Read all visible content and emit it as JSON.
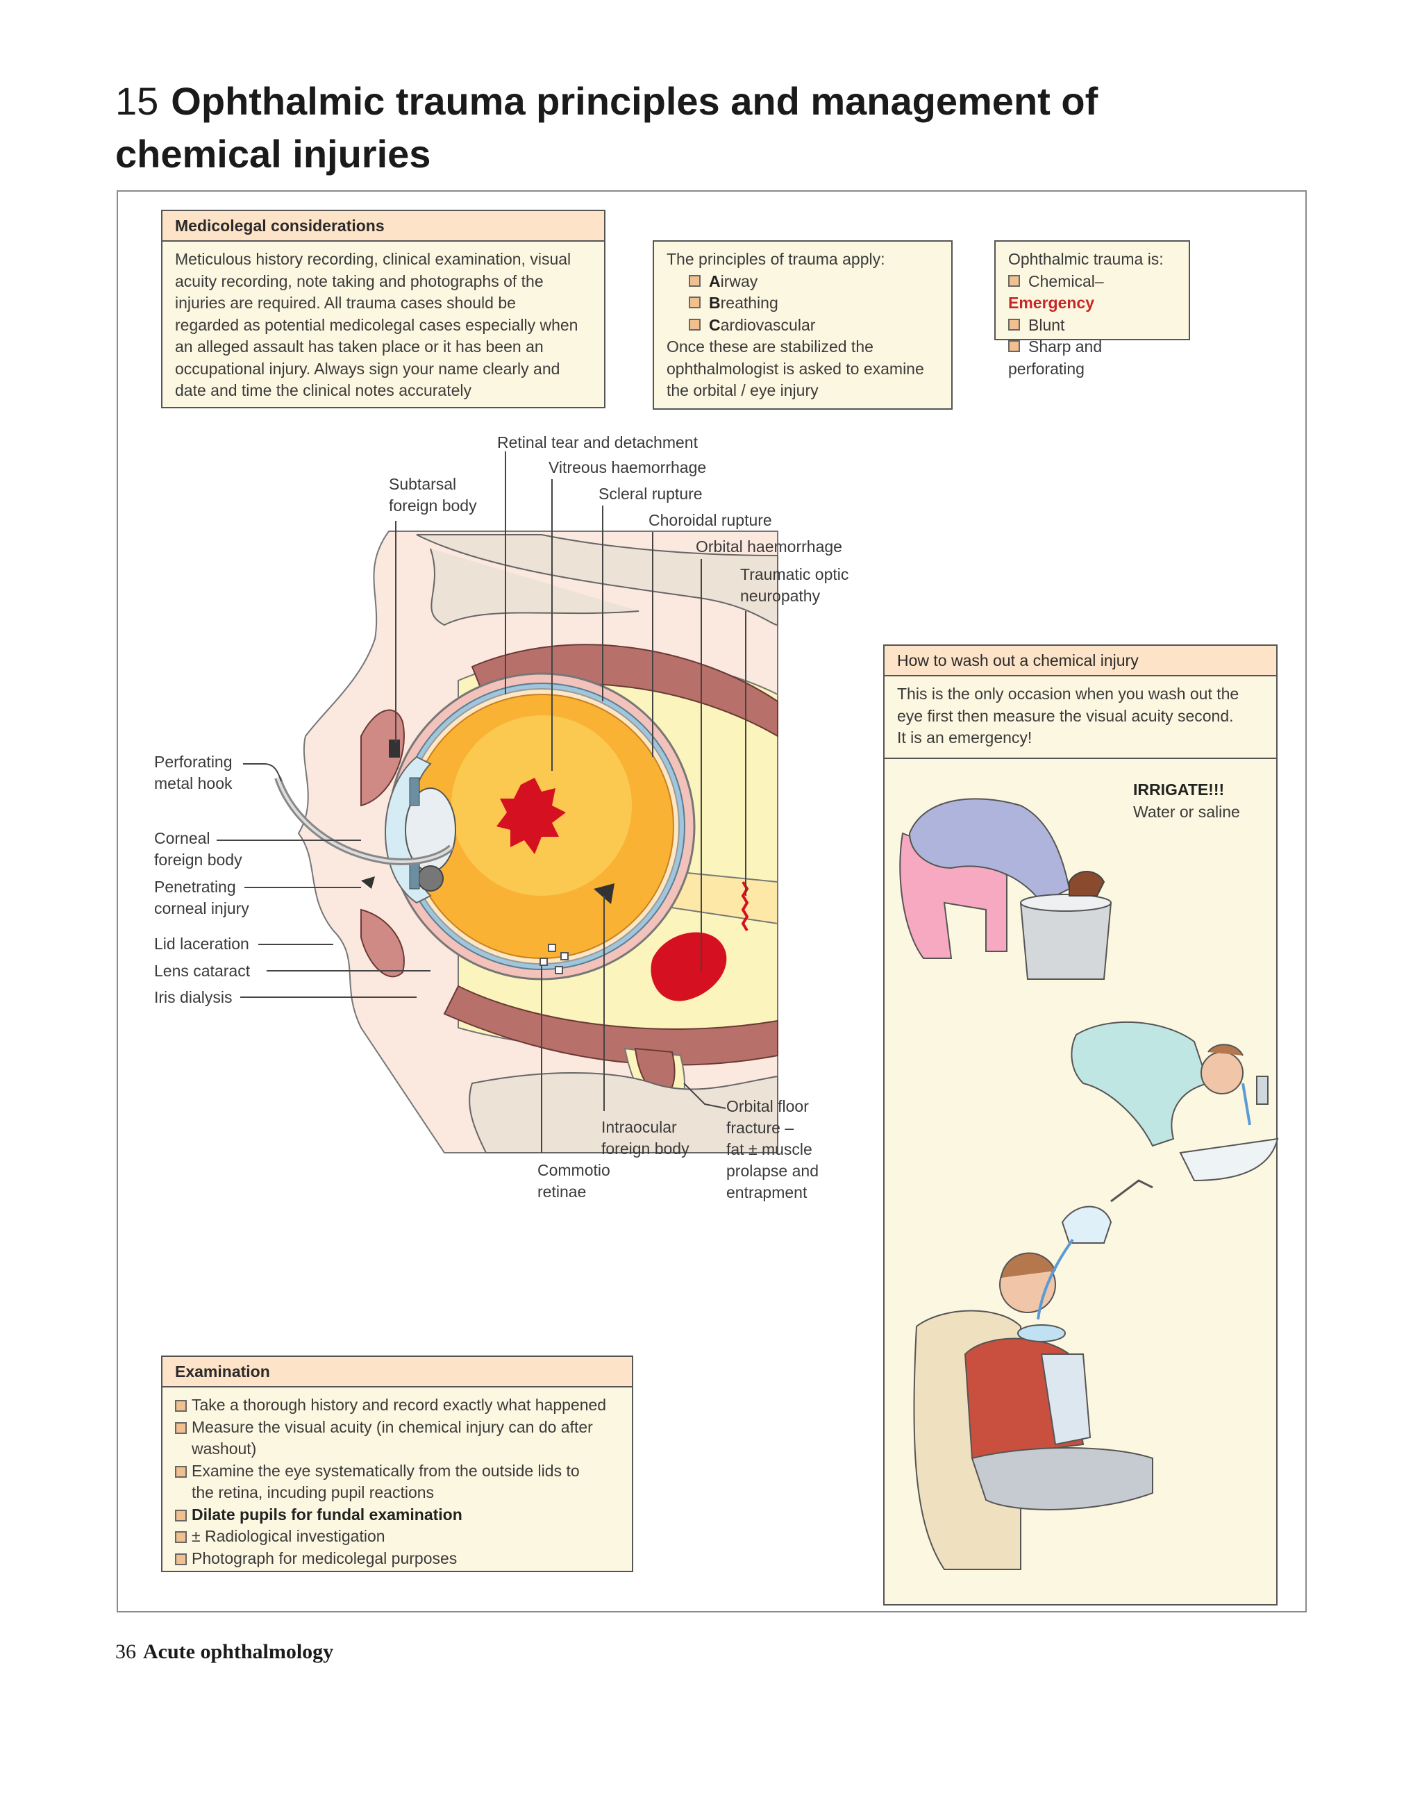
{
  "page": {
    "chapter_number": "15",
    "title": "Ophthalmic trauma principles and management of chemical injuries",
    "footer_page": "36",
    "footer_section": "Acute ophthalmology"
  },
  "medicolegal": {
    "heading": "Medicolegal considerations",
    "lines": [
      "Meticulous history recording, clinical examination, visual",
      "acuity recording, note taking and photographs of the",
      "injuries are required. All trauma cases should be",
      "regarded as potential medicolegal cases especially when",
      "an alleged assault has taken place or it has been an",
      "occupational injury. Always sign your name clearly and",
      "date and time the clinical notes accurately"
    ]
  },
  "principles": {
    "intro": "The principles of trauma apply:",
    "items": [
      {
        "initial": "A",
        "rest": "irway"
      },
      {
        "initial": "B",
        "rest": "reathing"
      },
      {
        "initial": "C",
        "rest": "ardiovascular"
      }
    ],
    "lines": [
      "Once these are stabilized the",
      "ophthalmologist is asked to examine",
      "the orbital / eye injury"
    ]
  },
  "trauma_types": {
    "intro": "Ophthalmic trauma is:",
    "chemical_prefix": "Chemical–",
    "chemical_emphasis": "Emergency",
    "items": [
      "Blunt",
      "Sharp and perforating"
    ]
  },
  "eye_labels": {
    "retinal_tear": "Retinal tear and detachment",
    "vitreous": "Vitreous haemorrhage",
    "subtarsal_1": "Subtarsal",
    "subtarsal_2": "foreign body",
    "scleral": "Scleral rupture",
    "choroidal": "Choroidal rupture",
    "orbital_haem": "Orbital haemorrhage",
    "optic_1": "Traumatic optic",
    "optic_2": "neuropathy",
    "perf_1": "Perforating",
    "perf_2": "metal hook",
    "corneal_fb_1": "Corneal",
    "corneal_fb_2": "foreign body",
    "pen_1": "Penetrating",
    "pen_2": "corneal injury",
    "lid": "Lid laceration",
    "lens": "Lens cataract",
    "iris": "Iris dialysis",
    "iofb_1": "Intraocular",
    "iofb_2": "foreign body",
    "commotio_1": "Commotio",
    "commotio_2": "retinae",
    "floor_1": "Orbital floor",
    "floor_2": "fracture –",
    "floor_3": "fat ± muscle",
    "floor_4": "prolapse and",
    "floor_5": "entrapment"
  },
  "washout": {
    "heading": "How to wash out a chemical injury",
    "lines": [
      "This is the only occasion when you wash out the",
      "eye first then measure the visual acuity second.",
      "It is an emergency!"
    ],
    "irrigate": "IRRIGATE!!!",
    "irrigate_sub": "Water or saline"
  },
  "examination": {
    "heading": "Examination",
    "items": [
      {
        "l1": "Take a thorough history and record exactly what happened"
      },
      {
        "l1": "Measure the visual acuity (in chemical injury can do after",
        "l2": "washout)"
      },
      {
        "l1": "Examine the eye systematically from the outside lids to",
        "l2": "the retina, incuding pupil reactions"
      },
      {
        "l1": "Dilate pupils for fundal examination",
        "bold": true
      },
      {
        "l1": "± Radiological investigation"
      },
      {
        "l1": "Photograph for medicolegal purposes"
      }
    ]
  },
  "colors": {
    "box_fill": "#fcf7e0",
    "header_fill": "#fde4c8",
    "bullet": "#f2c08f",
    "emergency": "#c62828",
    "blood": "#d51020",
    "vitreous": "#f9b233"
  }
}
